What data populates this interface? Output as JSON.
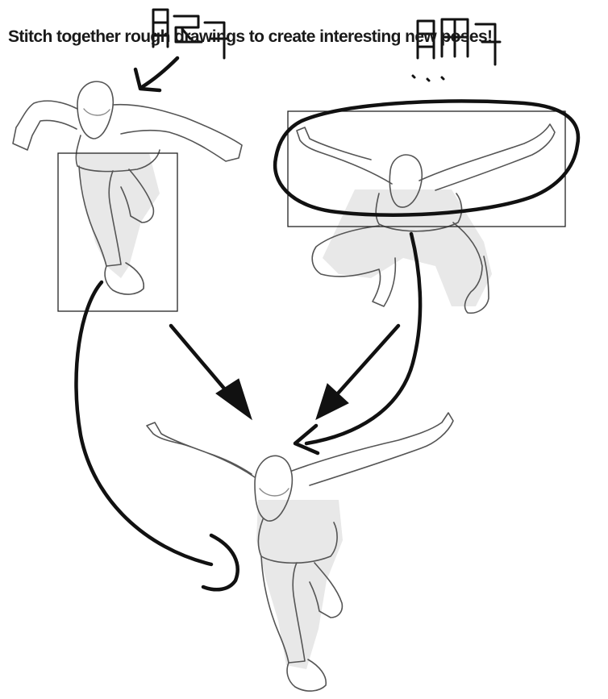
{
  "title": "Stitch together rough drawings to create interesting new poses!",
  "annotations": {
    "left_note": "腿腳",
    "right_note": "照片"
  },
  "colors": {
    "background": "#ffffff",
    "ink": "#111111",
    "sketch": "#8a8a8a"
  }
}
